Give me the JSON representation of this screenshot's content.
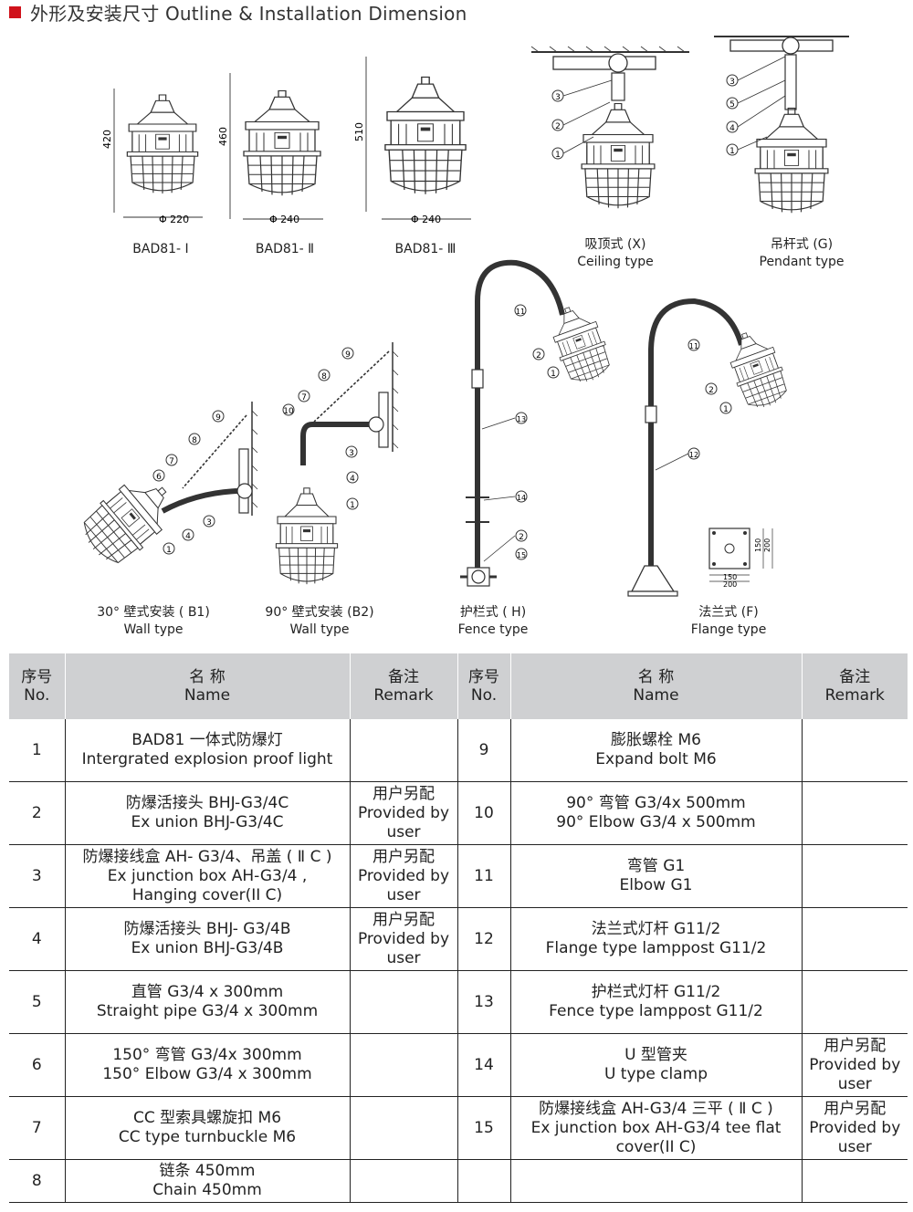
{
  "section_title": "外形及安装尺寸 Outline & Installation Dimension",
  "dimensions": {
    "h1": "420",
    "w1": "Φ 220",
    "h2": "460",
    "w2": "Φ 240",
    "h3": "510",
    "w3": "Φ 240",
    "flange_a": "150",
    "flange_b": "200",
    "flange_c": "150",
    "flange_d": "200"
  },
  "models": [
    {
      "label": "BAD81- Ⅰ"
    },
    {
      "label": "BAD81- Ⅱ"
    },
    {
      "label": "BAD81- Ⅲ"
    }
  ],
  "mount_captions": {
    "ceiling": [
      "吸顶式 (X)",
      "Ceiling type"
    ],
    "pendant": [
      "吊杆式 (G)",
      "Pendant type"
    ],
    "wall30": [
      "30° 壁式安装 ( B1)",
      "Wall type"
    ],
    "wall90": [
      "90° 壁式安装 (B2)",
      "Wall type"
    ],
    "fence": [
      "护栏式 ( H)",
      "Fence type"
    ],
    "flange": [
      "法兰式 (F)",
      "Flange type"
    ]
  },
  "callouts": {
    "ceiling": [
      "3",
      "2",
      "1"
    ],
    "pendant": [
      "3",
      "5",
      "4",
      "1"
    ],
    "wall30": [
      "9",
      "8",
      "7",
      "6",
      "4",
      "3",
      "1"
    ],
    "wall90": [
      "9",
      "8",
      "10",
      "7",
      "3",
      "4",
      "1"
    ],
    "fence": [
      "11",
      "2",
      "1",
      "13",
      "14",
      "2",
      "15"
    ],
    "flange": [
      "11",
      "2",
      "1",
      "12"
    ]
  },
  "table": {
    "headers": {
      "no": [
        "序号",
        "No."
      ],
      "name": [
        "名 称",
        "Name"
      ],
      "remark": [
        "备注",
        "Remark"
      ]
    },
    "rows": [
      {
        "l_no": "1",
        "l_name": [
          "BAD81 一体式防爆灯",
          "Intergrated explosion proof light"
        ],
        "l_remark": [],
        "r_no": "9",
        "r_name": [
          "膨胀螺栓 M6",
          "Expand bolt M6"
        ],
        "r_remark": []
      },
      {
        "l_no": "2",
        "l_name": [
          "防爆活接头 BHJ-G3/4C",
          "Ex union BHJ-G3/4C"
        ],
        "l_remark": [
          "用户另配",
          "Provided by",
          "user"
        ],
        "r_no": "10",
        "r_name": [
          "90°  弯管 G3/4x 500mm",
          "90°  Elbow G3/4 x 500mm"
        ],
        "r_remark": []
      },
      {
        "l_no": "3",
        "l_name": [
          "防爆接线盒 AH- G3/4、吊盖 ( Ⅱ C )",
          "Ex junction box AH-G3/4 ,",
          "Hanging cover(II C)"
        ],
        "l_remark": [
          "用户另配",
          "Provided by",
          "user"
        ],
        "r_no": "11",
        "r_name": [
          "弯管 G1",
          "Elbow G1"
        ],
        "r_remark": []
      },
      {
        "l_no": "4",
        "l_name": [
          "防爆活接头 BHJ- G3/4B",
          "Ex union BHJ-G3/4B"
        ],
        "l_remark": [
          "用户另配",
          "Provided by",
          "user"
        ],
        "r_no": "12",
        "r_name": [
          "法兰式灯杆 G11/2",
          "Flange type lamppost G11/2"
        ],
        "r_remark": []
      },
      {
        "l_no": "5",
        "l_name": [
          "直管 G3/4 x 300mm",
          "Straight pipe G3/4 x 300mm"
        ],
        "l_remark": [],
        "r_no": "13",
        "r_name": [
          "护栏式灯杆 G11/2",
          "Fence type lamppost G11/2"
        ],
        "r_remark": []
      },
      {
        "l_no": "6",
        "l_name": [
          "150°  弯管 G3/4x 300mm",
          "150°  Elbow G3/4 x 300mm"
        ],
        "l_remark": [],
        "r_no": "14",
        "r_name": [
          "U 型管夹",
          "U type clamp"
        ],
        "r_remark": [
          "用户另配",
          "Provided by",
          "user"
        ]
      },
      {
        "l_no": "7",
        "l_name": [
          "CC 型索具螺旋扣 M6",
          "CC type turnbuckle M6"
        ],
        "l_remark": [],
        "r_no": "15",
        "r_name": [
          "防爆接线盒 AH-G3/4 三平 ( Ⅱ C )",
          "Ex junction box AH-G3/4 tee flat",
          "cover(II C)"
        ],
        "r_remark": [
          "用户另配",
          "Provided by",
          "user"
        ]
      },
      {
        "l_no": "8",
        "l_name": [
          "链条 450mm",
          "Chain 450mm"
        ],
        "l_remark": [],
        "r_no": "",
        "r_name": [],
        "r_remark": []
      }
    ]
  }
}
